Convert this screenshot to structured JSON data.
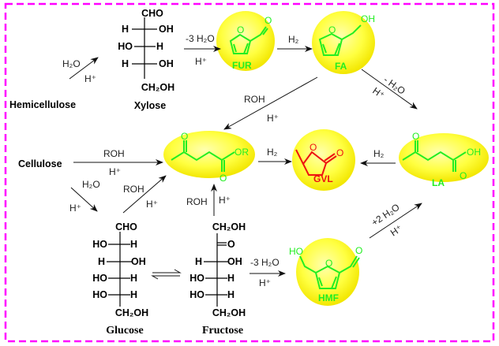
{
  "colors": {
    "frame": "#ff00ff",
    "highlight": "#ffff33",
    "product": "#22ee22",
    "gvl": "#ee1111"
  },
  "sources": {
    "hemicellulose": "Hemicellulose",
    "cellulose": "Cellulose"
  },
  "xylose": {
    "name": "Xylose",
    "top": "CHO",
    "rows": [
      [
        "H",
        "OH"
      ],
      [
        "HO",
        "H"
      ],
      [
        "H",
        "OH"
      ]
    ],
    "bottom": "CH₂OH"
  },
  "glucose": {
    "name": "Glucose",
    "top": "CHO",
    "rows": [
      [
        "HO",
        "H"
      ],
      [
        "H",
        "OH"
      ],
      [
        "HO",
        "H"
      ],
      [
        "HO",
        "H"
      ]
    ],
    "bottom": "CH₂OH"
  },
  "fructose": {
    "name": "Fructose",
    "top": "CH₂OH",
    "keto": "O",
    "rows": [
      [
        "H",
        "OH"
      ],
      [
        "HO",
        "H"
      ],
      [
        "HO",
        "H"
      ]
    ],
    "bottom": "CH₂OH"
  },
  "compounds": {
    "fur": {
      "label": "FUR",
      "o_ring": "O",
      "o_ald": "O"
    },
    "fa": {
      "label": "FA",
      "o_ring": "O",
      "oh": "OH"
    },
    "ester": {
      "o_keto": "O",
      "or": "OR",
      "o_ester": "O"
    },
    "gvl": {
      "label": "GVL",
      "o_ring": "O",
      "o_keto": "O"
    },
    "la": {
      "label": "LA",
      "o_keto": "O",
      "oh": "OH",
      "o_acid": "O"
    },
    "hmf": {
      "label": "HMF",
      "ho": "HO",
      "o_ring": "O",
      "o_ald": "O"
    }
  },
  "conditions": {
    "hemi_water": "H₂O",
    "hemi_acid": "H⁺",
    "xyl_dehyd": "-3 H₂O",
    "xyl_acid": "H⁺",
    "fur_h2": "H₂",
    "fa_dehyd": "- H₂O",
    "fa_acid": "H⁺",
    "fa_roh": "ROH",
    "fa_roh_acid": "H⁺",
    "cell_roh": "ROH",
    "cell_acid": "H⁺",
    "ester_h2": "H₂",
    "la_h2": "H₂",
    "cell_water": "H₂O",
    "cell_water_acid": "H⁺",
    "glu_roh": "ROH",
    "glu_acid": "H⁺",
    "fru_roh": "ROH",
    "fru_acid": "H⁺",
    "fru_dehyd": "-3 H₂O",
    "fru_dehyd_acid": "H⁺",
    "hmf_water": "+2 H₂O",
    "hmf_acid": "H⁺"
  }
}
